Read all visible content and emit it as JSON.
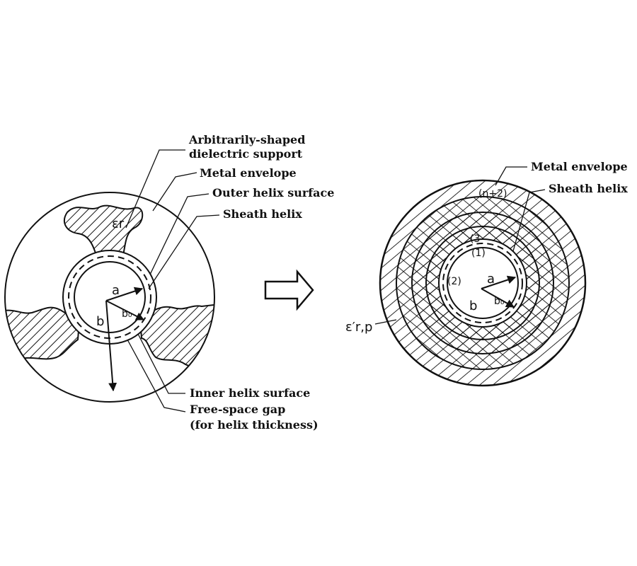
{
  "left_diagram": {
    "labels": {
      "support": "Arbitrarily-shaped dielectric support",
      "support_line1": "Arbitrarily-shaped",
      "support_line2": "dielectric support",
      "metal_envelope": "Metal envelope",
      "outer_helix": "Outer helix surface",
      "sheath_helix": "Sheath helix",
      "inner_helix": "Inner helix surface",
      "gap_line1": "Free-space gap",
      "gap_line2": "(for helix thickness)"
    },
    "symbols": {
      "eps": "εr",
      "a": "a",
      "b": "b",
      "b0": "b₀"
    }
  },
  "right_diagram": {
    "labels": {
      "metal_envelope": "Metal envelope",
      "sheath_helix": "Sheath helix"
    },
    "symbols": {
      "eps": "ε′r,p",
      "a": "a",
      "b": "b",
      "b0": "b₀"
    },
    "region_labels": {
      "outer": "(n+2)",
      "r3": "(3",
      "r1": "(1)",
      "r2": "(2)"
    }
  },
  "colors": {
    "ink": "#111111",
    "background": "#ffffff"
  }
}
